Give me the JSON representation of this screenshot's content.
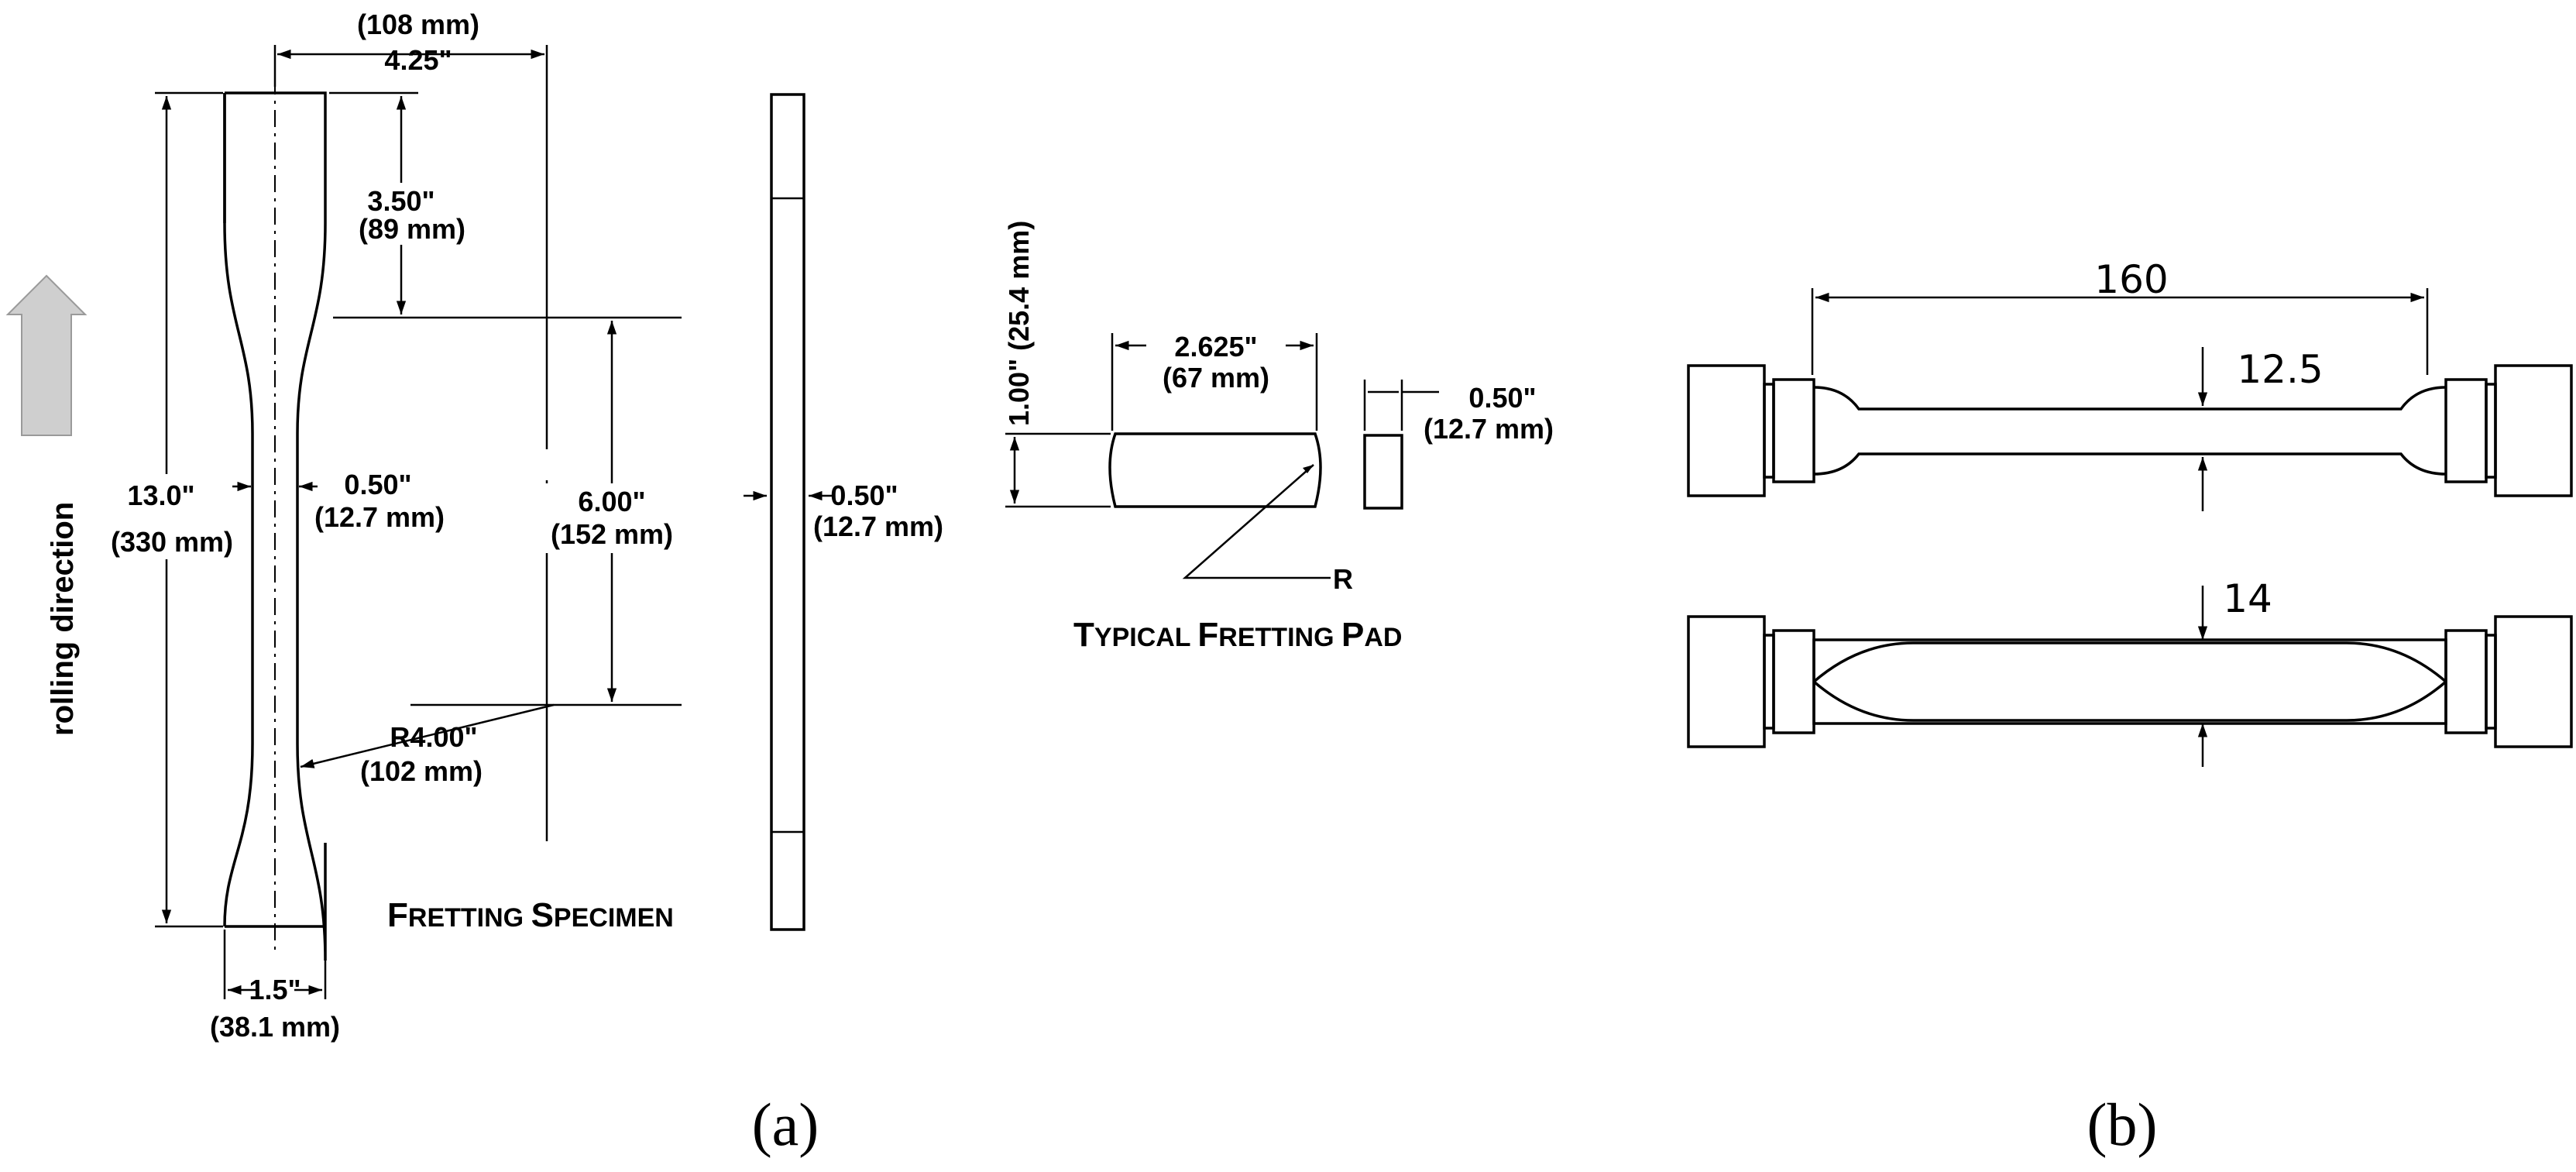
{
  "panel_a": {
    "label": "(a)",
    "rolling_direction": "rolling direction",
    "specimen": {
      "caption_big_1": "F",
      "caption_small_1": "RETTING ",
      "caption_big_2": "S",
      "caption_small_2": "PECIMEN",
      "dim_width_top_mm": "(108 mm)",
      "dim_width_top_in": "4.25\"",
      "dim_grip_in": "3.50\"",
      "dim_grip_mm": "(89 mm)",
      "dim_length_in": "13.0\"",
      "dim_length_mm": "(330 mm)",
      "dim_gauge_width_in": "0.50\"",
      "dim_gauge_width_mm": "(12.7 mm)",
      "dim_gauge_length_in": "6.00\"",
      "dim_gauge_length_mm": "(152 mm)",
      "dim_radius_in": "R4.00\"",
      "dim_radius_mm": "(102 mm)",
      "dim_thickness_in": "0.50\"",
      "dim_thickness_mm": "(12.7 mm)",
      "dim_base_in": "1.5\"",
      "dim_base_mm": "(38.1 mm)"
    },
    "pad": {
      "caption_big_1": "T",
      "caption_small_1": "YPICAL ",
      "caption_big_2": "F",
      "caption_small_2": "RETTING ",
      "caption_big_3": "P",
      "caption_small_3": "AD",
      "dim_height": "1.00\" (25.4 mm)",
      "dim_length_in": "2.625\"",
      "dim_length_mm": "(67 mm)",
      "dim_thickness_in": "0.50\"",
      "dim_thickness_mm": "(12.7 mm)",
      "radius_label": "R"
    }
  },
  "panel_b": {
    "label": "(b)",
    "dim_length": "160",
    "dim_width_top": "12.5",
    "dim_width_bottom": "14"
  }
}
